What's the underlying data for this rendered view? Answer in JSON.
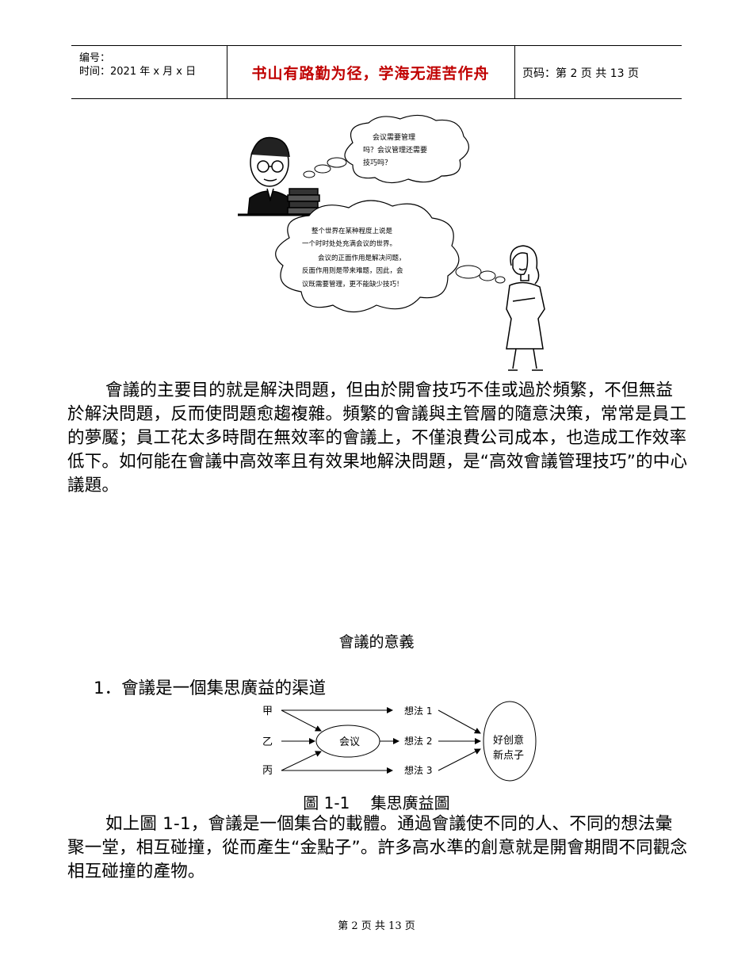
{
  "header": {
    "meta_number": "编号：",
    "meta_time": "时间：2021 年 x 月 x 日",
    "motto": "书山有路勤为径，学海无涯苦作舟",
    "page_code": "页码：第 2 页  共 13 页"
  },
  "cartoon": {
    "bubble_top_lines": [
      "会议需要管理",
      "吗？会议管理还需要",
      "技巧吗？"
    ],
    "bubble_main_lines": [
      "整个世界在某种程度上说是",
      "一个时时处处充满会议的世界。",
      "会议的正面作用是解决问题，",
      "反面作用则是带来难题，因此，会",
      "议既需要管理，更不能缺少技巧！"
    ]
  },
  "intro_paragraph": "會議的主要目的就是解決問題，但由於開會技巧不佳或過於頻繁，不但無益於解決問題，反而使問題愈趨複雜。頻繁的會議與主管層的隨意決策，常常是員工的夢魘；員工花太多時間在無效率的會議上，不僅浪費公司成本，也造成工作效率低下。如何能在會議中高效率且有效果地解決問題，是“高效會議管理技巧”的中心議題。",
  "section_title": "會議的意義",
  "item_1": "1．會議是一個集思廣益的渠道",
  "diagram": {
    "inputs": [
      "甲",
      "乙",
      "丙"
    ],
    "center": "会议",
    "ideas": [
      "想法 1",
      "想法 2",
      "想法 3"
    ],
    "result_line1": "好创意",
    "result_line2": "新点子"
  },
  "figure_caption": "圖 1-1　 集思廣益圖",
  "explain_paragraph": "如上圖 1-1，會議是一個集合的載體。通過會議使不同的人、不同的想法彙聚一堂，相互碰撞，從而產生“金點子”。許多高水準的創意就是開會期間不同觀念相互碰撞的產物。",
  "footer": "第 2 页 共 13 页"
}
